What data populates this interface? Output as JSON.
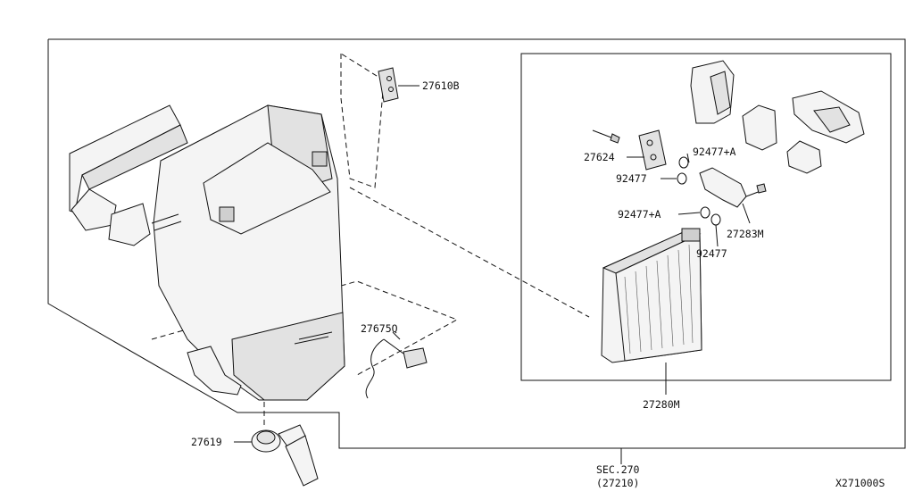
{
  "diagram": {
    "id": "X271000S",
    "section_ref": {
      "line1": "SEC.270",
      "line2": "(27210)"
    },
    "callouts": [
      {
        "key": "p27610B",
        "text": "27610B"
      },
      {
        "key": "p27624",
        "text": "27624"
      },
      {
        "key": "p92477A_top",
        "text": "92477+A"
      },
      {
        "key": "p92477_top",
        "text": "92477"
      },
      {
        "key": "p92477A_mid",
        "text": "92477+A"
      },
      {
        "key": "p27283M",
        "text": "27283M"
      },
      {
        "key": "p92477_bot",
        "text": "92477"
      },
      {
        "key": "p27675Q",
        "text": "27675Q"
      },
      {
        "key": "p27280M",
        "text": "27280M"
      },
      {
        "key": "p27619",
        "text": "27619"
      }
    ]
  }
}
